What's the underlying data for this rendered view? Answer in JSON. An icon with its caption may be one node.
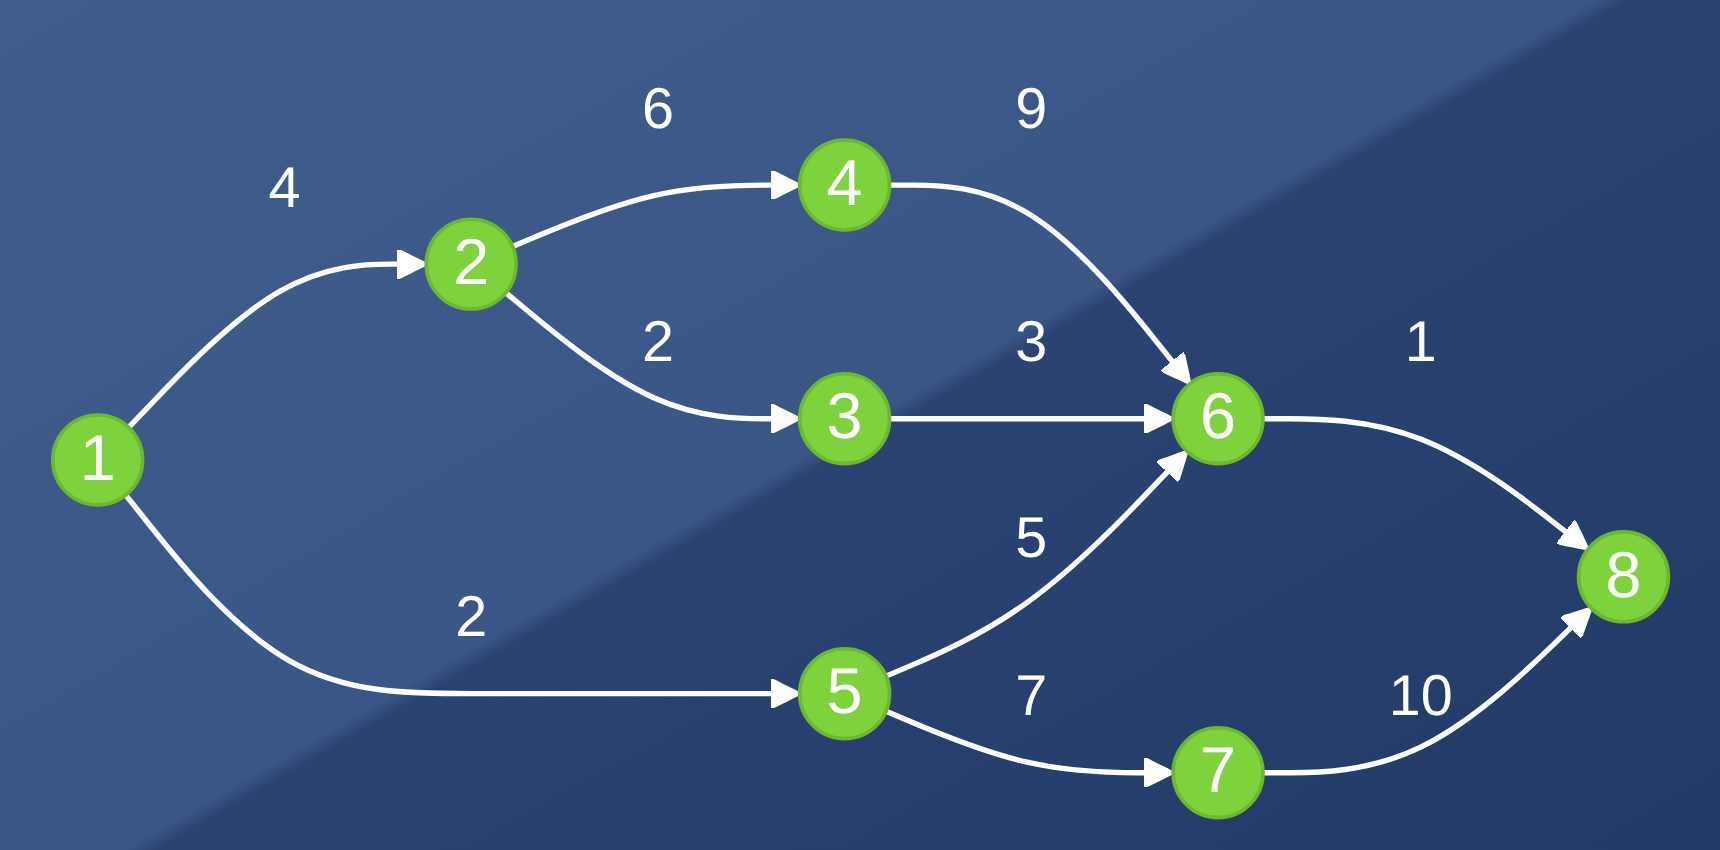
{
  "diagram": {
    "nodes": [
      {
        "text": [
          "1"
        ]
      },
      {
        "text": [
          "2"
        ]
      },
      {
        "text": [
          "3"
        ]
      },
      {
        "text": [
          "4"
        ]
      },
      {
        "text": [
          "5"
        ]
      },
      {
        "text": [
          "6"
        ]
      },
      {
        "text": [
          "7"
        ]
      },
      {
        "text": [
          "8"
        ]
      }
    ],
    "edges": [
      {
        "from": 0,
        "to": 1,
        "arrow": "to",
        "label": "4"
      },
      {
        "from": 0,
        "to": 4,
        "arrow": "to",
        "label": "2"
      },
      {
        "from": 1,
        "to": 3,
        "arrow": "to",
        "label": "6"
      },
      {
        "from": 1,
        "to": 2,
        "arrow": "to",
        "label": "2"
      },
      {
        "from": 3,
        "to": 5,
        "arrow": "to",
        "label": "9"
      },
      {
        "from": 2,
        "to": 5,
        "arrow": "to",
        "label": "3"
      },
      {
        "from": 4,
        "to": 5,
        "arrow": "to",
        "label": "5"
      },
      {
        "from": 4,
        "to": 6,
        "arrow": "to",
        "label": "7"
      },
      {
        "from": 6,
        "to": 7,
        "arrow": "to",
        "label": "10"
      },
      {
        "from": 5,
        "to": 7,
        "arrow": "to",
        "label": "1"
      }
    ]
  }
}
